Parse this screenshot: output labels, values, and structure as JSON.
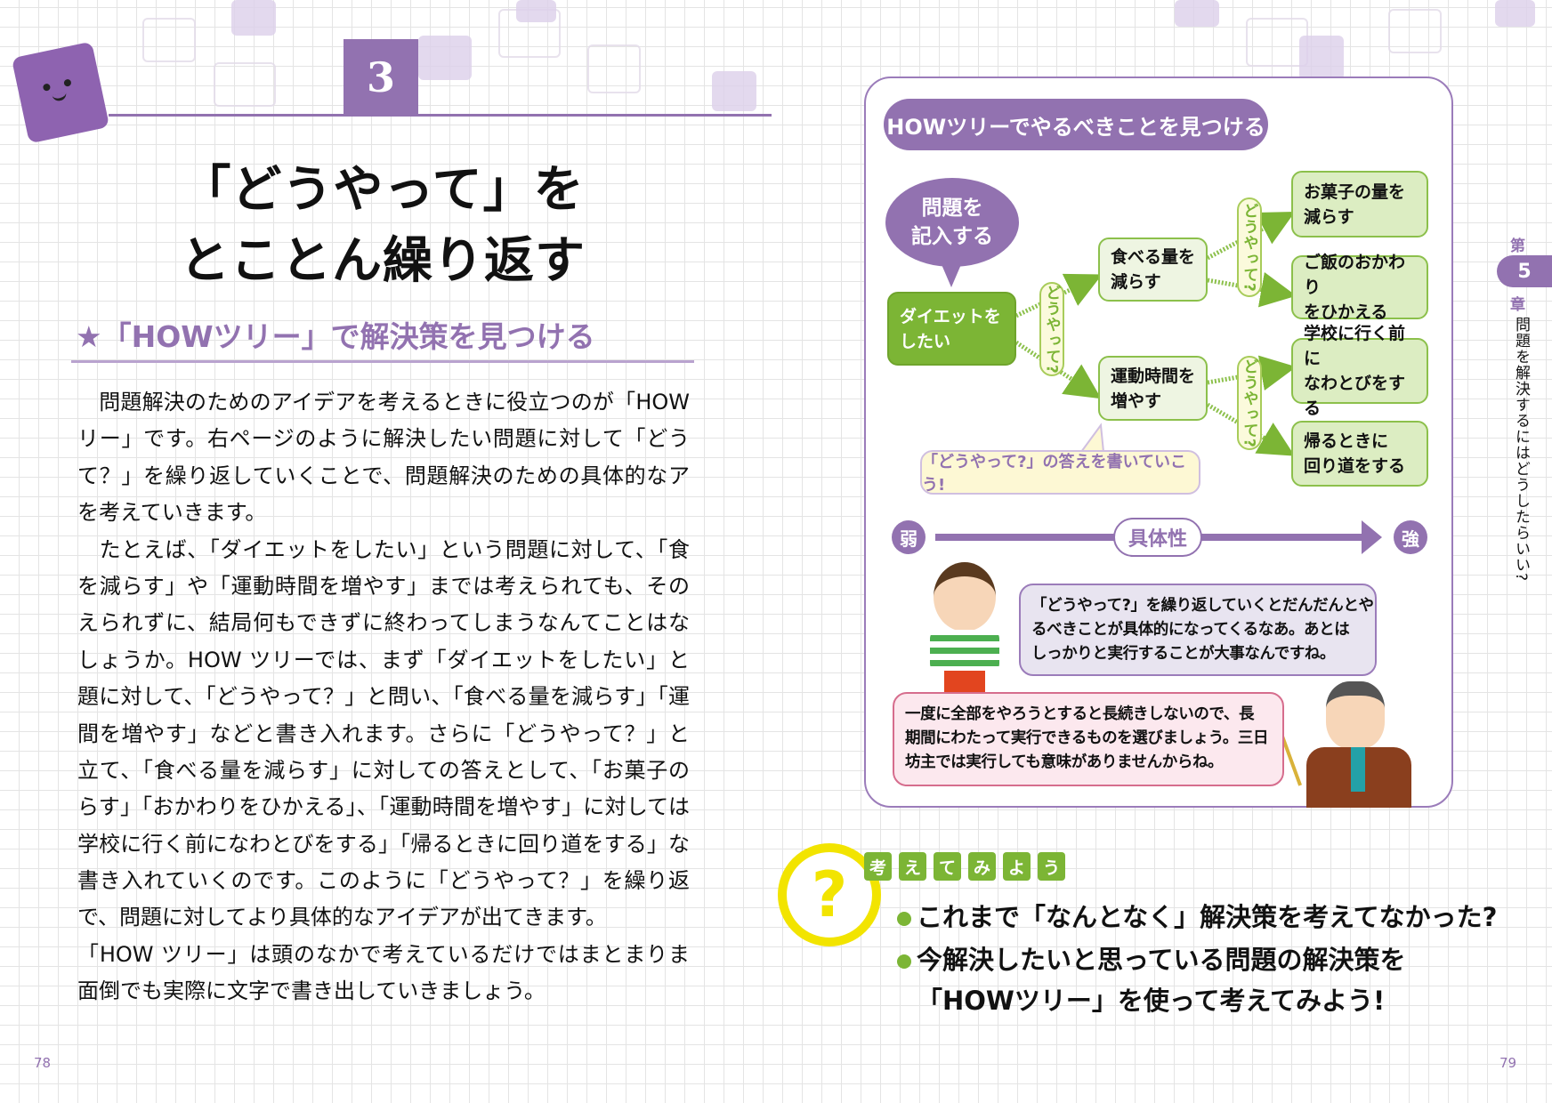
{
  "left_page": {
    "section_number": "3",
    "title_line1": "「どうやって」を",
    "title_line2": "とことん繰り返す",
    "subheading": "★「HOWツリー」で解決策を見つける",
    "body_lines": [
      "　問題解決のためのアイデアを考えるときに役立つのが「HOW ツ",
      "リー」です。右ページのように解決したい問題に対して「どうやっ",
      "て？」を繰り返していくことで、問題解決のための具体的なアイデア",
      "を考えていきます。",
      "　たとえば、「ダイエットをしたい」という問題に対して、「食べる量",
      "を減らす」や「運動時間を増やす」までは考えられても、その先を考",
      "えられずに、結局何もできずに終わってしまうなんてことはないで",
      "しょうか。HOW ツリーでは、まず「ダイエットをしたい」という問",
      "題に対して、「どうやって？」と問い、「食べる量を減らす」「運動時",
      "間を増やす」などと書き入れます。さらに「どうやって？」と問いを",
      "立て、「食べる量を減らす」に対しての答えとして、「お菓子の量を減",
      "らす」「おかわりをひかえる」、「運動時間を増やす」に対しては「朝、",
      "学校に行く前になわとびをする」「帰るときに回り道をする」などと",
      "書き入れていくのです。このように「どうやって？」を繰り返すこと",
      "で、問題に対してより具体的なアイデアが出てきます。",
      "「HOW ツリー」は頭のなかで考えているだけではまとまりません。",
      "面倒でも実際に文字で書き出していきましょう。"
    ],
    "page_number": "78"
  },
  "right_page": {
    "panel_title": "HOWツリーでやるべきことを見つける",
    "problem_bubble": [
      "問題を",
      "記入する"
    ],
    "root": [
      "ダイエットを",
      "したい"
    ],
    "how_label": "どうやって?",
    "level1": [
      [
        "食べる量を",
        "減らす"
      ],
      [
        "運動時間を",
        "増やす"
      ]
    ],
    "level2": [
      [
        "お菓子の量を",
        "減らす"
      ],
      [
        "ご飯のおかわり",
        "をひかえる"
      ],
      [
        "学校に行く前に",
        "なわとびをする"
      ],
      [
        "帰るときに",
        "回り道をする"
      ]
    ],
    "note": "「どうやって?」の答えを書いていこう!",
    "scale_weak": "弱",
    "scale_label": "具体性",
    "scale_strong": "強",
    "boy_speech": [
      "「どうやって?」を繰り返していくとだんだんとや",
      "るべきことが具体的になってくるなあ。あとは",
      "しっかりと実行することが大事なんですね。"
    ],
    "teacher_speech": [
      "一度に全部をやろうとすると長続きしないので、長",
      "期間にわたって実行できるものを選びましょう。三日",
      "坊主では実行しても意味がありませんからね。"
    ],
    "think_icon": "?",
    "think_tiles": [
      "考",
      "え",
      "て",
      "み",
      "よ",
      "う"
    ],
    "questions": [
      "これまで「なんとなく」解決策を考えてなかった?",
      "今解決したいと思っている問題の解決策を",
      "「HOWツリー」を使って考えてみよう!"
    ],
    "side_tab": {
      "top": "第",
      "number": "5",
      "bottom": "章",
      "chapter_title": "問題を解決するにはどうしたらいい?"
    },
    "page_number": "79"
  },
  "colors": {
    "accent_purple": "#9272b0",
    "green": "#7cb535",
    "yellow": "#f2e400",
    "pink": "#d66d8d"
  }
}
